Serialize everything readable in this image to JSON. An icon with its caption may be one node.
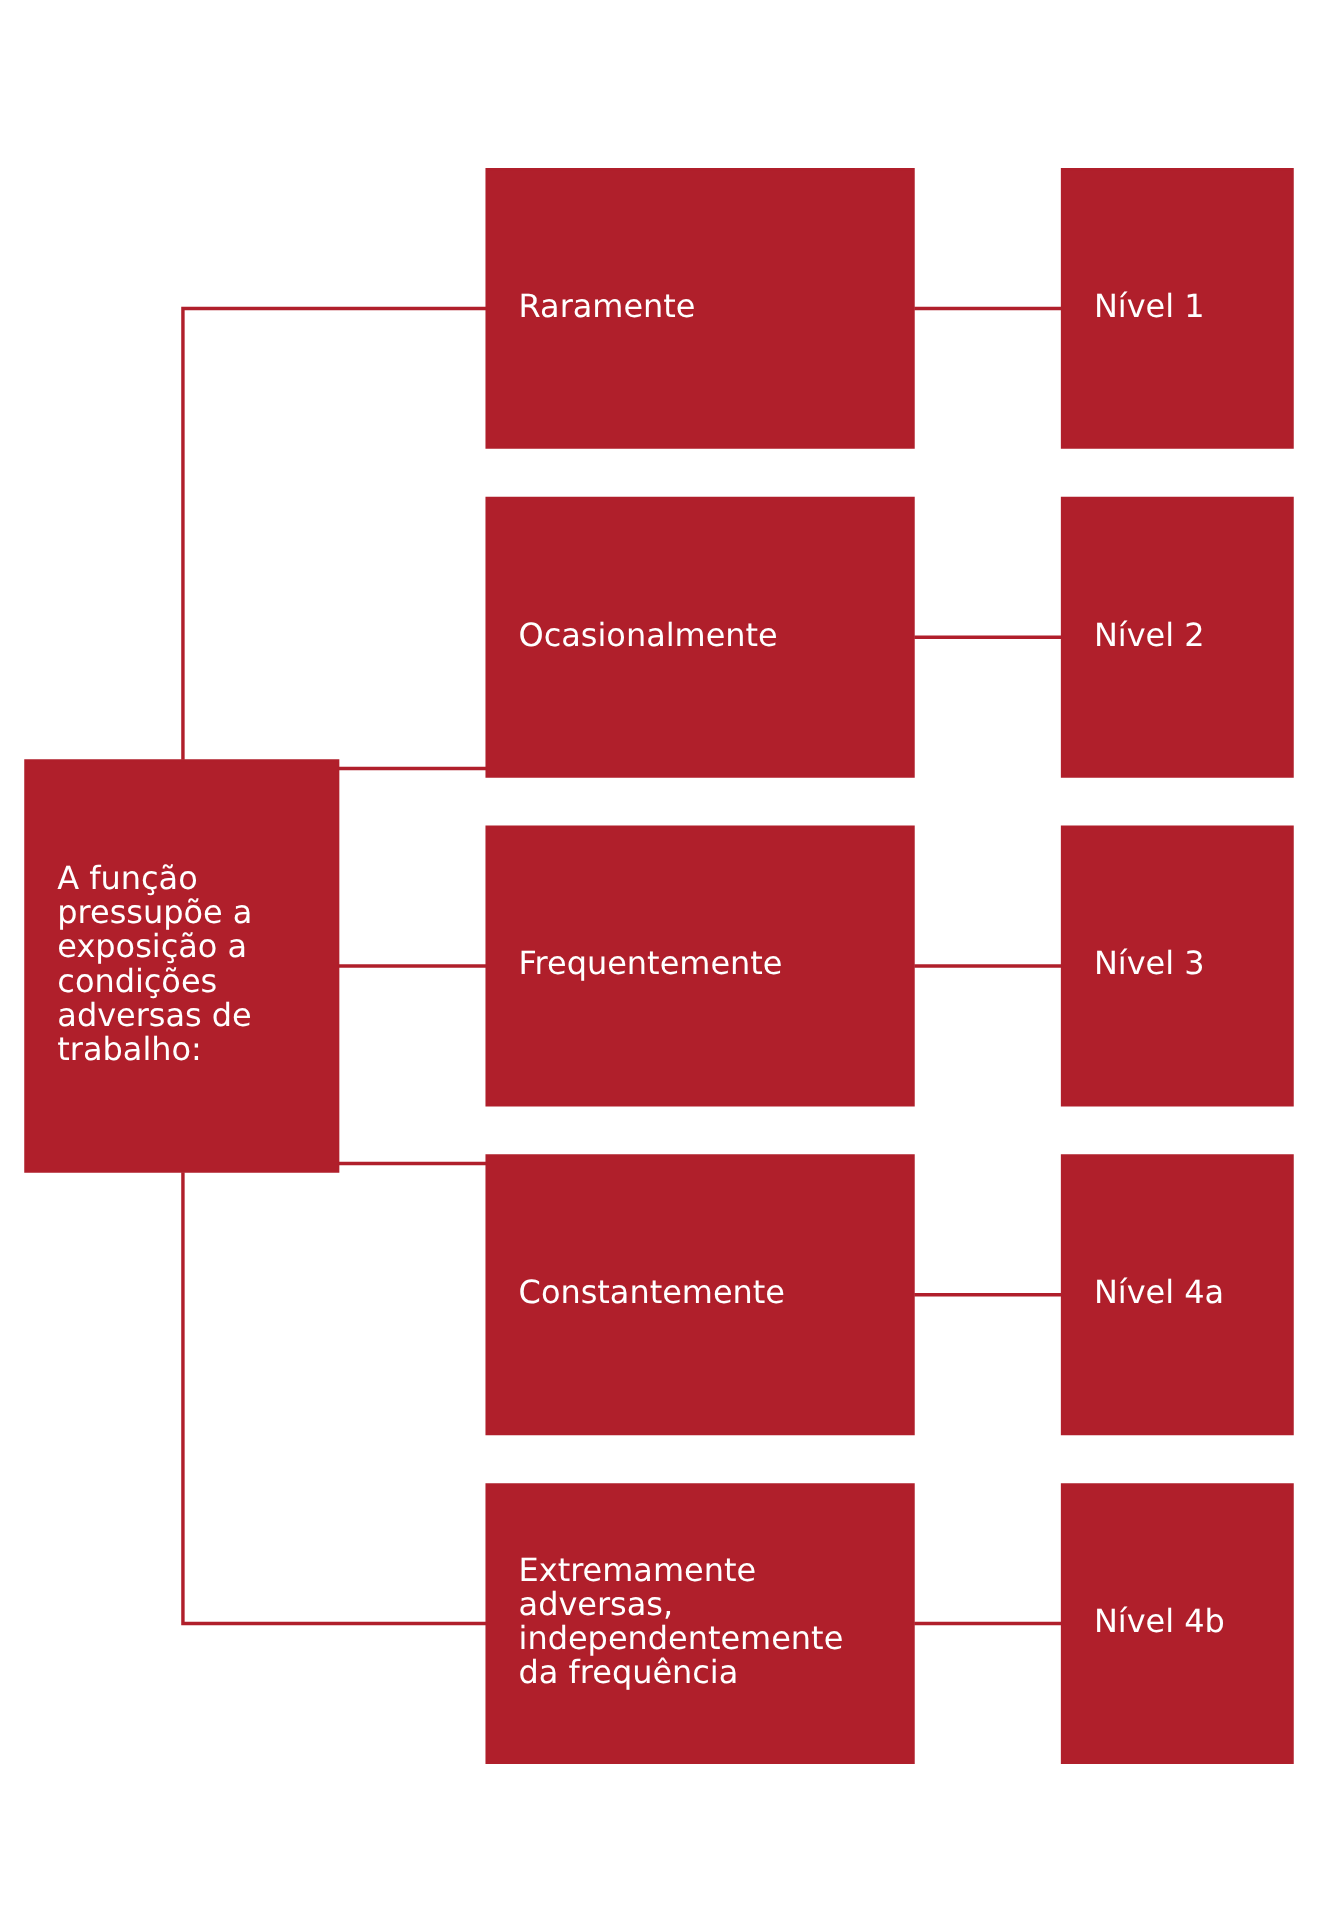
{
  "diagram": {
    "nodes": [
      {
        "text": [
          "A função pressupõe a exposição a condições adversas de trabalho:"
        ]
      },
      {
        "text": [
          "Raramente"
        ]
      },
      {
        "text": [
          "Nível 1"
        ]
      },
      {
        "text": [
          "Ocasionalmente"
        ]
      },
      {
        "text": [
          "Nível 2"
        ]
      },
      {
        "text": [
          "Frequentemente"
        ]
      },
      {
        "text": [
          "Nível 3"
        ]
      },
      {
        "text": [
          "Constantemente"
        ]
      },
      {
        "text": [
          "Nível 4a"
        ]
      },
      {
        "text": [
          "Extremamente adversas, independentemente da frequência"
        ]
      },
      {
        "text": [
          "Nível 4b"
        ]
      }
    ],
    "edges": [
      {
        "from": 0,
        "to": 1,
        "arrow": "none"
      },
      {
        "from": 0,
        "to": 3,
        "arrow": "none"
      },
      {
        "from": 0,
        "to": 5,
        "arrow": "none"
      },
      {
        "from": 0,
        "to": 7,
        "arrow": "none"
      },
      {
        "from": 0,
        "to": 9,
        "arrow": "none"
      },
      {
        "from": 1,
        "to": 2,
        "arrow": "none"
      },
      {
        "from": 3,
        "to": 4,
        "arrow": "none"
      },
      {
        "from": 5,
        "to": 6,
        "arrow": "none"
      },
      {
        "from": 7,
        "to": 8,
        "arrow": "none"
      },
      {
        "from": 9,
        "to": 10,
        "arrow": "none"
      }
    ]
  }
}
